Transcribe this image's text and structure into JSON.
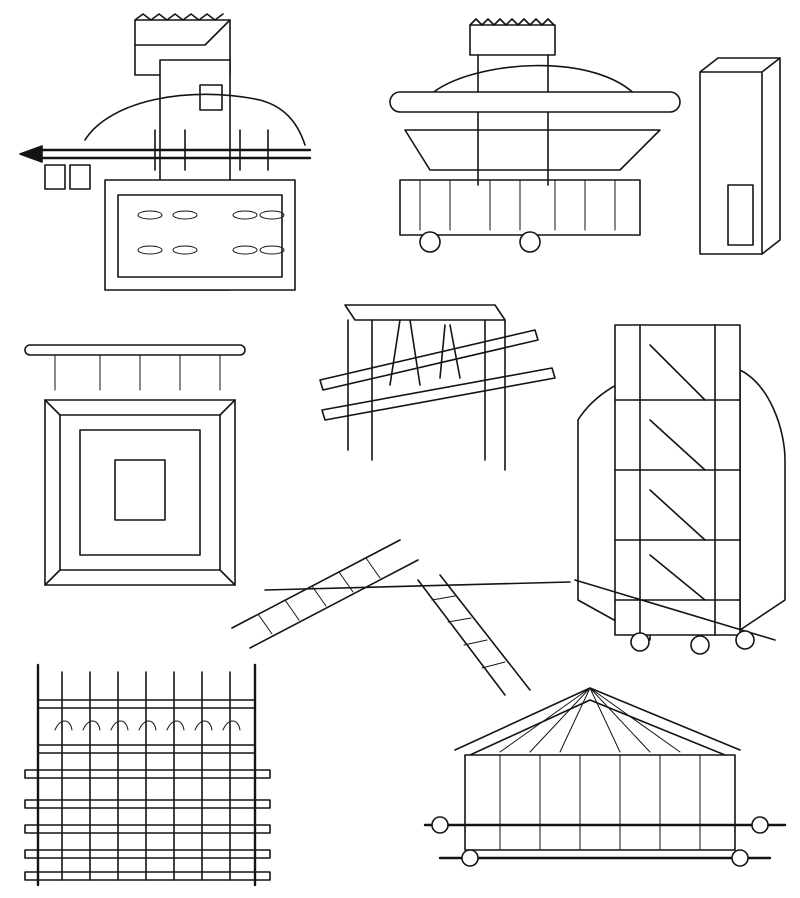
{
  "plate": {
    "kind": "engraving",
    "labels": [],
    "colors": {
      "ink": "#141414",
      "paper": "#ffffff"
    },
    "figures": [
      "battering-ram-tower",
      "ram-tortoise-cart",
      "brick-tower",
      "ram-plan-view",
      "suspended-ram-frame",
      "siege-tower-with-ladders",
      "scaling-ladders",
      "palisade-frame",
      "pent-roof-shed"
    ]
  }
}
